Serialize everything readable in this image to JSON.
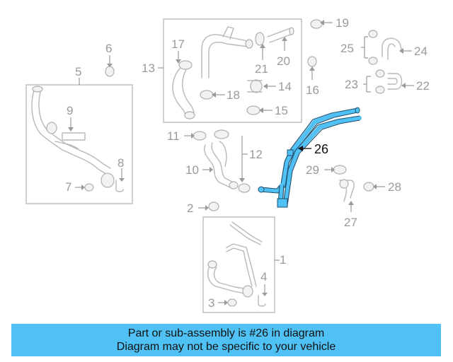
{
  "diagram": {
    "highlight_color": "#4fc1f4",
    "labels": {
      "c1": "1",
      "c2": "2",
      "c3": "3",
      "c4": "4",
      "c5": "5",
      "c6": "6",
      "c7": "7",
      "c8": "8",
      "c9": "9",
      "c10": "10",
      "c11": "11",
      "c12": "12",
      "c13": "13",
      "c14": "14",
      "c15": "15",
      "c16": "16",
      "c17": "17",
      "c18": "18",
      "c19": "19",
      "c20": "20",
      "c21": "21",
      "c22": "22",
      "c23": "23",
      "c24": "24",
      "c25": "25",
      "c26": "26",
      "c27": "27",
      "c28": "28",
      "c29": "29"
    }
  },
  "banner": {
    "background": "#4fc1f4",
    "line1": "Part or sub-assembly is #26 in diagram",
    "line2": "Diagram may not be specific to your vehicle"
  }
}
